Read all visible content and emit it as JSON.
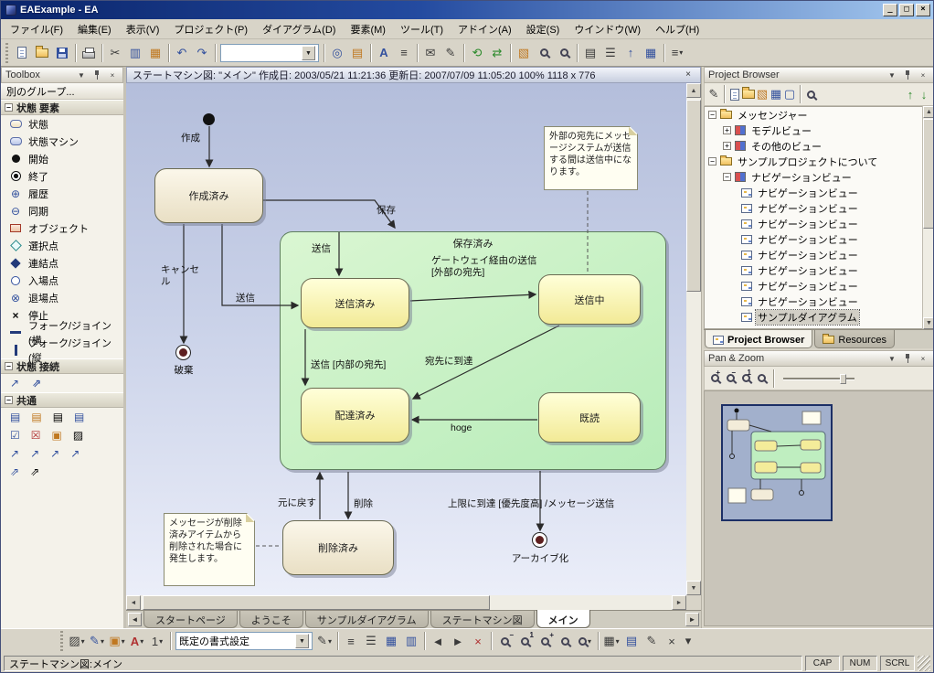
{
  "titlebar": {
    "title": "EAExample - EA",
    "min": "_",
    "max": "□",
    "close": "×"
  },
  "menubar": {
    "items": [
      "ファイル(F)",
      "編集(E)",
      "表示(V)",
      "プロジェクト(P)",
      "ダイアグラム(D)",
      "要素(M)",
      "ツール(T)",
      "アドイン(A)",
      "設定(S)",
      "ウインドウ(W)",
      "ヘルプ(H)"
    ]
  },
  "icons": {
    "chevron": "▾",
    "cut": "✂",
    "copy": "▥",
    "paste": "▦",
    "undo": "↶",
    "redo": "↷",
    "target": "◎",
    "note": "▤",
    "fontA": "A",
    "list": "≡",
    "mail": "✉",
    "pencil": "✎",
    "refresh": "⟲",
    "swap": "⇄",
    "package": "▧",
    "doc": "▤",
    "tree": "☰",
    "up": "↑",
    "down": "↓",
    "grid": "▦",
    "more": "≡",
    "plus": "+",
    "minus": "−",
    "one": "1",
    "fit": "▭",
    "close": "×",
    "left": "◄",
    "right": "►",
    "uptri": "▲",
    "downtri": "▼",
    "check": "☑",
    "cross": "☒",
    "square": "▣",
    "hatch": "▨",
    "arrow": "↗",
    "dasharrow": "⇗",
    "transition": "↗",
    "element": "▢",
    "wide": "1"
  },
  "toolbox": {
    "title": "Toolbox",
    "more": "別のグループ...",
    "sec_elements": "状態 要素",
    "sec_connect": "状態 接続",
    "sec_common": "共通",
    "items": [
      "状態",
      "状態マシン",
      "開始",
      "終了",
      "履歴",
      "同期",
      "オブジェクト",
      "選択点",
      "連結点",
      "入場点",
      "退場点",
      "停止",
      "フォーク/ジョイン(横",
      "フォーク/ジョイン(縦"
    ],
    "history_glyph": "⊕",
    "sync_glyph": "⊖",
    "exit_glyph": "⊗",
    "stop_glyph": "×"
  },
  "canvas": {
    "header": "ステートマシン図: \"メイン\"  作成日: 2003/05/21 11:21:36  更新日: 2007/07/09 11:05:20  100%  1118 x 776",
    "close": "×"
  },
  "diagram": {
    "states": {
      "created": "作成済み",
      "saved": "保存済み",
      "sent": "送信済み",
      "sending": "送信中",
      "delivered": "配達済み",
      "read": "既読",
      "deleted": "削除済み"
    },
    "labels": {
      "create": "作成",
      "save": "保存",
      "send_entry": "送信",
      "send": "送信",
      "cancel": "キャンセル",
      "discard": "破棄",
      "gateway": "ゲートウェイ経由の送信 [外部の宛先]",
      "send_internal": "送信 [内部の宛先]",
      "reach": "宛先に到達",
      "hoge": "hoge",
      "restore": "元に戻す",
      "delete": "削除",
      "archive_trigger": "上限に到達 [優先度高] /メッセージ送信",
      "archive": "アーカイブ化"
    },
    "notes": {
      "sending": "外部の宛先にメッセージシステムが送信する間は送信中になります。",
      "deleted": "メッセージが削除済みアイテムから削除された場合に発生します。"
    }
  },
  "project_browser": {
    "title": "Project Browser",
    "tabs": [
      "Project Browser",
      "Resources"
    ],
    "tree": [
      {
        "label": "メッセンジャー"
      },
      {
        "label": "モデルビュー"
      },
      {
        "label": "その他のビュー"
      },
      {
        "label": "サンプルプロジェクトについて"
      },
      {
        "label": "ナビゲーションビュー"
      },
      {
        "label": "ナビゲーションビュー"
      },
      {
        "label": "ナビゲーションビュー"
      },
      {
        "label": "ナビゲーションビュー"
      },
      {
        "label": "ナビゲーションビュー"
      },
      {
        "label": "ナビゲーションビュー"
      },
      {
        "label": "ナビゲーションビュー"
      },
      {
        "label": "ナビゲーションビュー"
      },
      {
        "label": "ナビゲーションビュー"
      },
      {
        "label": "サンプルダイアグラム"
      }
    ]
  },
  "pan_zoom": {
    "title": "Pan & Zoom"
  },
  "doc_tabs": {
    "items": [
      "スタートページ",
      "ようこそ",
      "サンプルダイアグラム",
      "ステートマシン図",
      "メイン"
    ]
  },
  "toolbar_main": {
    "combo_value": ""
  },
  "toolbar_bottom": {
    "style_combo": "既定の書式設定"
  },
  "statusbar": {
    "left": "ステートマシン図:メイン",
    "cap": "CAP",
    "num": "NUM",
    "scrl": "SCRL"
  }
}
